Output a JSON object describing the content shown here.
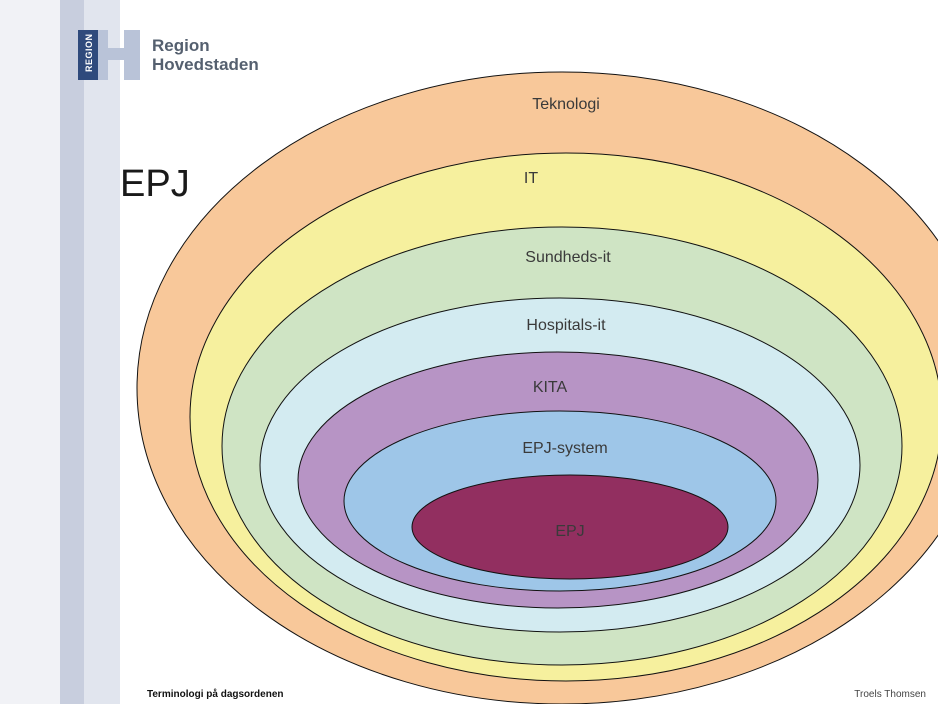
{
  "header": {
    "logo_vertical": "REGION",
    "logo_line1": "Region",
    "logo_line2": "Hovedstaden"
  },
  "slide": {
    "title": "EPJ"
  },
  "diagram": {
    "rings": [
      {
        "label": "Teknologi",
        "color": "#f8c89a"
      },
      {
        "label": "IT",
        "color": "#f6f09e"
      },
      {
        "label": "Sundheds-it",
        "color": "#cfe4c4"
      },
      {
        "label": "Hospitals-it",
        "color": "#d3ebf1"
      },
      {
        "label": "KITA",
        "color": "#b794c5"
      },
      {
        "label": "EPJ-system",
        "color": "#9ec6e8"
      },
      {
        "label": "EPJ",
        "color": "#922f60",
        "label_color": "#8cc67b"
      }
    ]
  },
  "footer": {
    "left": "Terminologi på dagsordenen",
    "right": "Troels Thomsen"
  }
}
